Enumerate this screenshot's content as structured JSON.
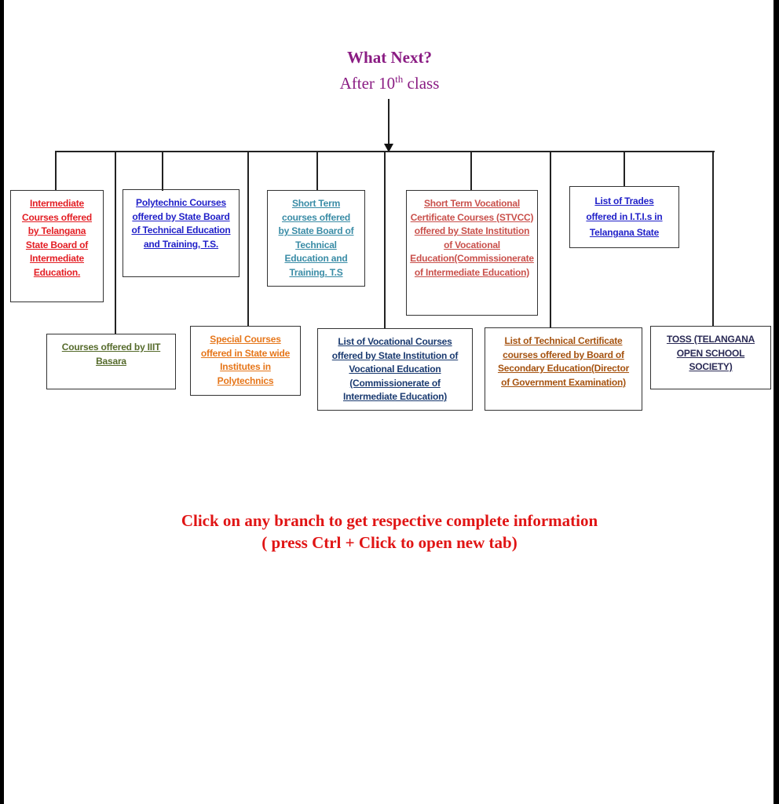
{
  "header": {
    "title": "What Next?",
    "subtitle_prefix": "After 10",
    "subtitle_sup": "th",
    "subtitle_suffix": " class"
  },
  "branches": [
    {
      "label": "Intermediate Courses offered by Telangana State Board of Intermediate Education.",
      "color": "#e31e24"
    },
    {
      "label": "Polytechnic Courses offered by State Board of Technical Education and Training, T.S.",
      "color": "#1f1fc8"
    },
    {
      "label": "Short Term courses offered by State Board of Technical Education and Training. T.S",
      "color": "#3a8ca6"
    },
    {
      "label": "Short Term Vocational Certificate Courses (STVCC) offered by State Institution of Vocational Education(Commissionerate of Intermediate Education)",
      "color": "#c9504b"
    },
    {
      "label": "List of Trades offered in I.T.I.s in Telangana State",
      "color": "#1f1fc8"
    },
    {
      "label": "Courses offered by IIIT Basara",
      "color": "#566b2c"
    },
    {
      "label": "Special Courses offered in State wide Institutes in Polytechnics",
      "color": "#e6761a"
    },
    {
      "label": "List of Vocational Courses offered by State Institution of Vocational Education (Commissionerate of Intermediate Education)",
      "color": "#1a3a70"
    },
    {
      "label": "List of Technical Certificate courses offered by  Board of Secondary Education(Director of Government Examination)",
      "color": "#a5520f"
    },
    {
      "label": "TOSS (TELANGANA OPEN SCHOOL SOCIETY)",
      "color": "#2a2a55"
    }
  ],
  "footer": {
    "line1": "Click on any branch to get respective complete information",
    "line2": "( press Ctrl + Click to open new tab)"
  }
}
